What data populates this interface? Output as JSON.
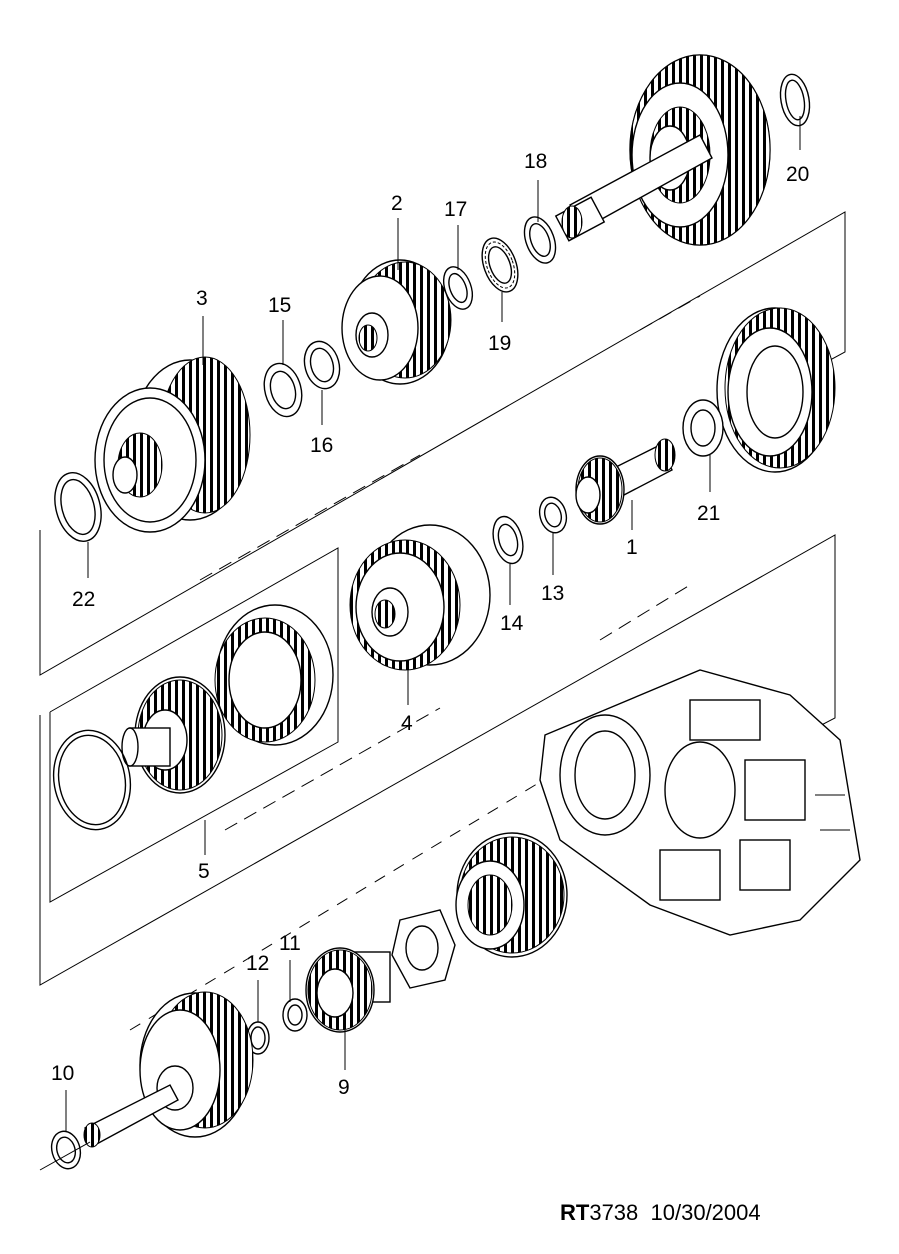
{
  "diagram": {
    "callouts": {
      "c1": "1",
      "c2": "2",
      "c3": "3",
      "c4": "4",
      "c5": "5",
      "c9": "9",
      "c10": "10",
      "c11": "11",
      "c12": "12",
      "c13": "13",
      "c14": "14",
      "c15": "15",
      "c16": "16",
      "c17": "17",
      "c18": "18",
      "c19": "19",
      "c20": "20",
      "c21": "21",
      "c22": "22"
    }
  },
  "footer": {
    "code_prefix": "RT",
    "code_number": "3738",
    "date": "10/30/2004"
  }
}
